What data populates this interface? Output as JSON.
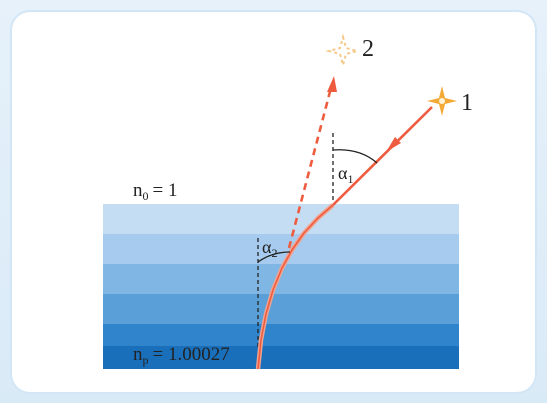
{
  "labels": {
    "star1": "1",
    "star2": "2",
    "n0": "n",
    "n0_sub": "0",
    "n0_val": "= 1",
    "np": "n",
    "np_sub": "p",
    "np_val": "= 1.00027",
    "alpha1": "α",
    "alpha1_sub": "1",
    "alpha2": "α",
    "alpha2_sub": "2"
  },
  "colors": {
    "ray": "#ee5c40",
    "ray_light": "#f2a38f",
    "star_solid": "#f3a935",
    "star_faint": "#f6c98a",
    "layers": [
      "#c4ddf3",
      "#a6cbee",
      "#80b6e4",
      "#5b9fd9",
      "#2f84cc",
      "#1a6fbb"
    ]
  },
  "icons": {
    "star1": "sparkle-star-icon",
    "star2": "faint-sparkle-star-icon",
    "arrow": "arrowhead-icon"
  }
}
